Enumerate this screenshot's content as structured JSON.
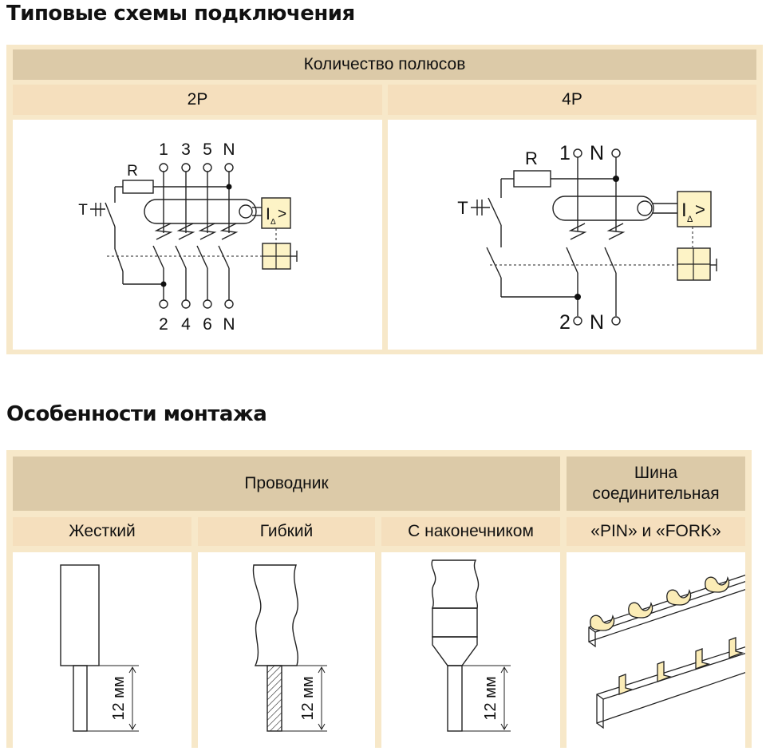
{
  "section1": {
    "title": "Типовые схемы подключения",
    "table_header": "Количество полюсов",
    "col_2p": "2P",
    "col_4p": "4P",
    "diagram_2p": {
      "top_terminals": [
        "1",
        "3",
        "5",
        "N"
      ],
      "bottom_terminals": [
        "2",
        "4",
        "6",
        "N"
      ],
      "resistor_label": "R",
      "test_label": "T",
      "relay_label": "I",
      "relay_sub": "Δ",
      "relay_sign": ">"
    },
    "diagram_4p": {
      "top_terminals": [
        "1",
        "N"
      ],
      "bottom_terminals": [
        "2",
        "N"
      ],
      "resistor_label": "R",
      "test_label": "T",
      "relay_label": "I",
      "relay_sub": "Δ",
      "relay_sign": ">"
    }
  },
  "section2": {
    "title": "Особенности монтажа",
    "header_conductor": "Проводник",
    "header_bus_line1": "Шина",
    "header_bus_line2": "соединительная",
    "col_rigid": "Жесткий",
    "col_flexible": "Гибкий",
    "col_lug": "С наконечником",
    "col_pin_fork": "«PIN» и «FORK»",
    "dimension_label": "12 мм"
  },
  "colors": {
    "frame": "#f7e8c9",
    "header_dark": "#dccaa8",
    "header_light": "#f5dfbd",
    "relay_fill": "#fdf3c6",
    "separator": "#e8d6b4"
  }
}
